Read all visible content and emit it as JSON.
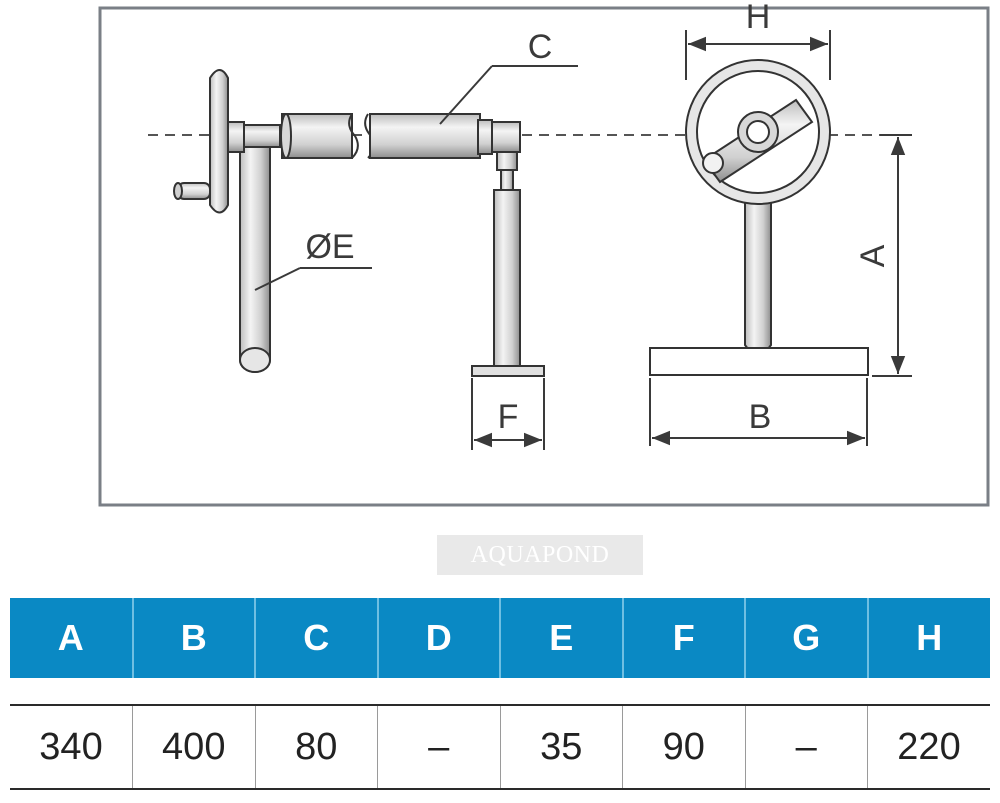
{
  "diagram": {
    "labels": {
      "a": "A",
      "b": "B",
      "c": "C",
      "e": "ØE",
      "f": "F",
      "h": "H"
    }
  },
  "watermark": {
    "text": "AQUAPOND"
  },
  "table": {
    "headers": [
      "A",
      "B",
      "C",
      "D",
      "E",
      "F",
      "G",
      "H"
    ],
    "values": [
      "340",
      "400",
      "80",
      "–",
      "35",
      "90",
      "–",
      "220"
    ]
  },
  "colors": {
    "header_bg": "#0a89c4",
    "header_text": "#ffffff",
    "line": "#4a4a4a"
  }
}
